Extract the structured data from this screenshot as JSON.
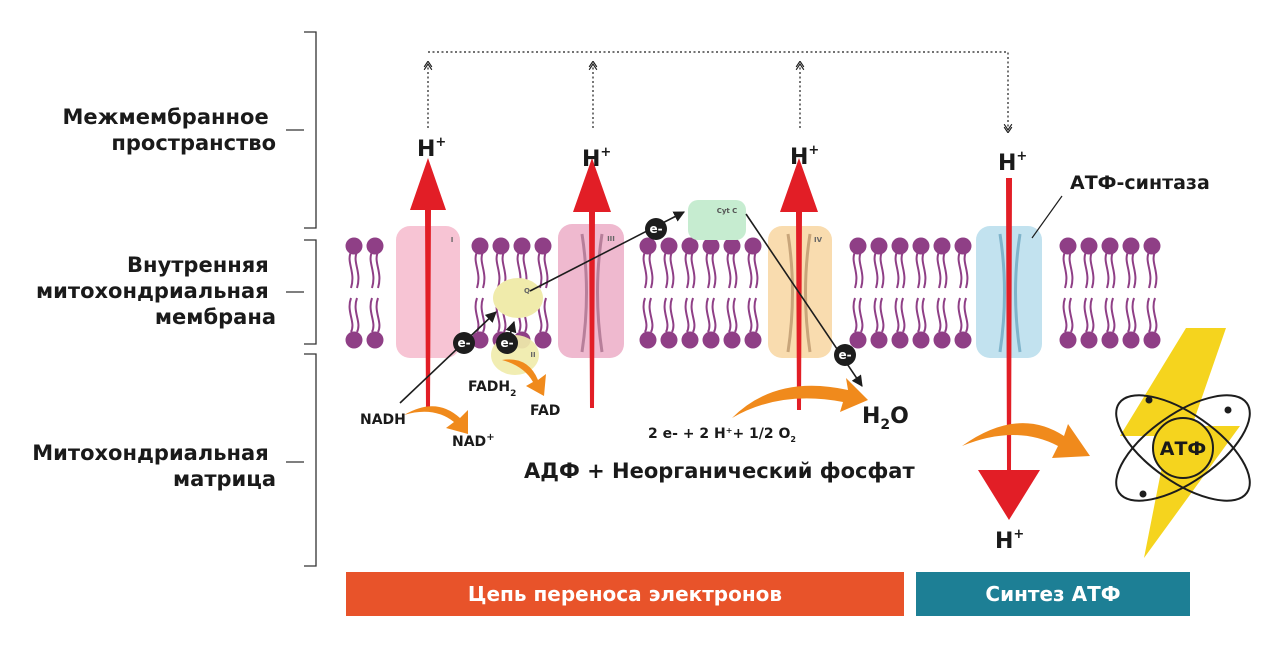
{
  "regions": {
    "intermembrane": [
      "Межмембранное",
      "пространство"
    ],
    "inner_membrane": [
      "Внутренняя",
      "митохондриальная",
      "мембрана"
    ],
    "matrix": [
      "Митохондриальная",
      "матрица"
    ]
  },
  "proton": {
    "base": "H",
    "charge": "+"
  },
  "complexes": {
    "c1": "I",
    "c2": "II",
    "c3": "III",
    "c4": "IV",
    "q": "Q",
    "cytc": "Cyt C"
  },
  "electron": "e-",
  "molecules": {
    "nadh": "NADH",
    "nad_base": "NAD",
    "nad_charge": "+",
    "fadh_base": "FADH",
    "fadh_sub": "2",
    "fad": "FAD",
    "water_h": "H",
    "water_sub": "2",
    "water_o": "O",
    "reaction_a": "2 e- + 2 H",
    "reaction_plus": "+",
    "reaction_b": "+ 1/2 O",
    "reaction_sub": "2"
  },
  "adp_label": "АДФ + Неорганический фосфат",
  "atp_synthase_label": "АТФ-синтаза",
  "atp_label": "АТФ",
  "banners": {
    "etc": {
      "text": "Цепь переноса электронов",
      "color": "#e8532a"
    },
    "synthesis": {
      "text": "Синтез АТФ",
      "color": "#1d7f95"
    }
  },
  "colors": {
    "lipid": "#8f3f86",
    "proton_arrow": "#e21e26",
    "orange_arrow": "#f08a1c",
    "complex1": "#f6bfd0",
    "complex3": "#eeb3cb",
    "complex4": "#f8d9a8",
    "atp_synthase": "#bfe0ee",
    "q": "#f0ebab",
    "cytc": "#c6ecd0",
    "electron": "#1d1d1d",
    "atp_bolt": "#f5d41e"
  }
}
